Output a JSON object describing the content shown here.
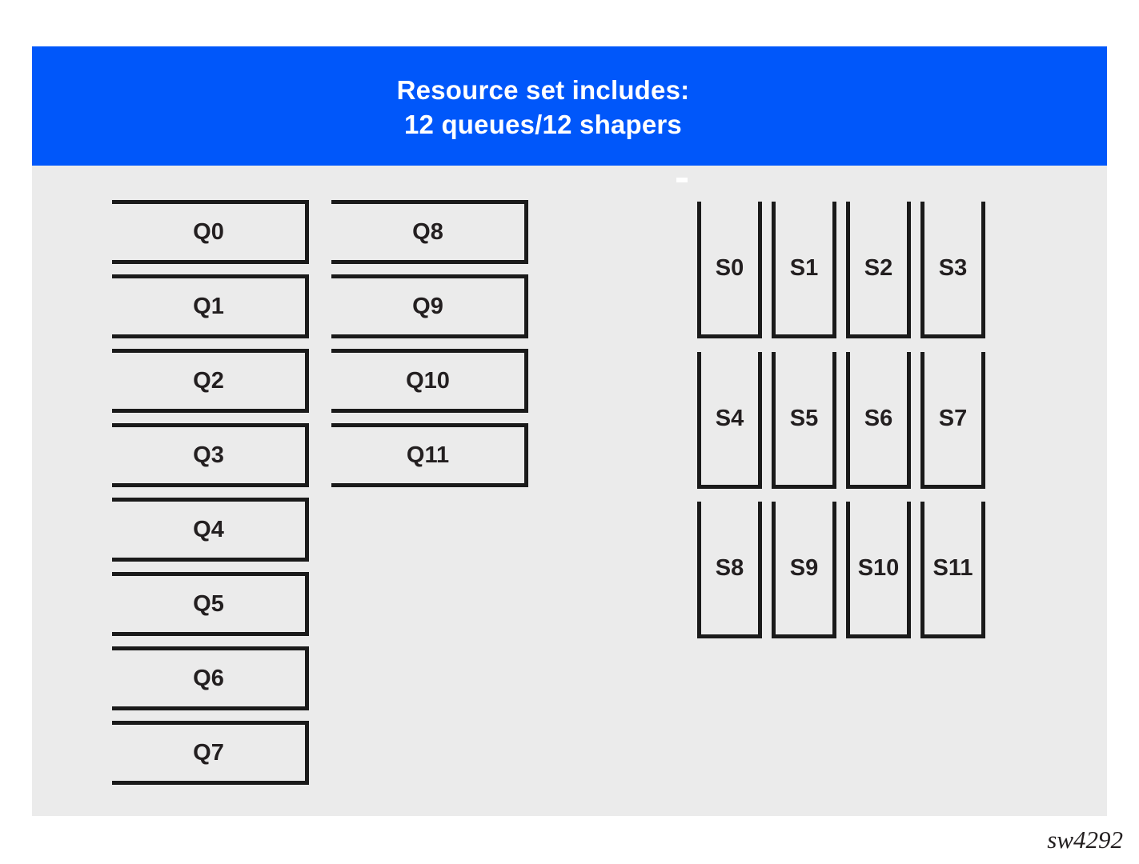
{
  "header": {
    "title_line1": "Resource set includes:",
    "title_line2": "12 queues/12 shapers"
  },
  "queues": {
    "col1": [
      "Q0",
      "Q1",
      "Q2",
      "Q3",
      "Q4",
      "Q5",
      "Q6",
      "Q7"
    ],
    "col2": [
      "Q8",
      "Q9",
      "Q10",
      "Q11"
    ]
  },
  "shapers": {
    "row1": [
      "S0",
      "S1",
      "S2",
      "S3"
    ],
    "row2": [
      "S4",
      "S5",
      "S6",
      "S7"
    ],
    "row3": [
      "S8",
      "S9",
      "S10",
      "S11"
    ]
  },
  "footer": {
    "watermark": "sw4292"
  },
  "colors": {
    "header_bg": "#0057fa",
    "header_text": "#ffffff",
    "panel_bg": "#ebebeb",
    "line": "#1a1a1a",
    "label_text": "#231f20",
    "page_bg": "#ffffff"
  }
}
